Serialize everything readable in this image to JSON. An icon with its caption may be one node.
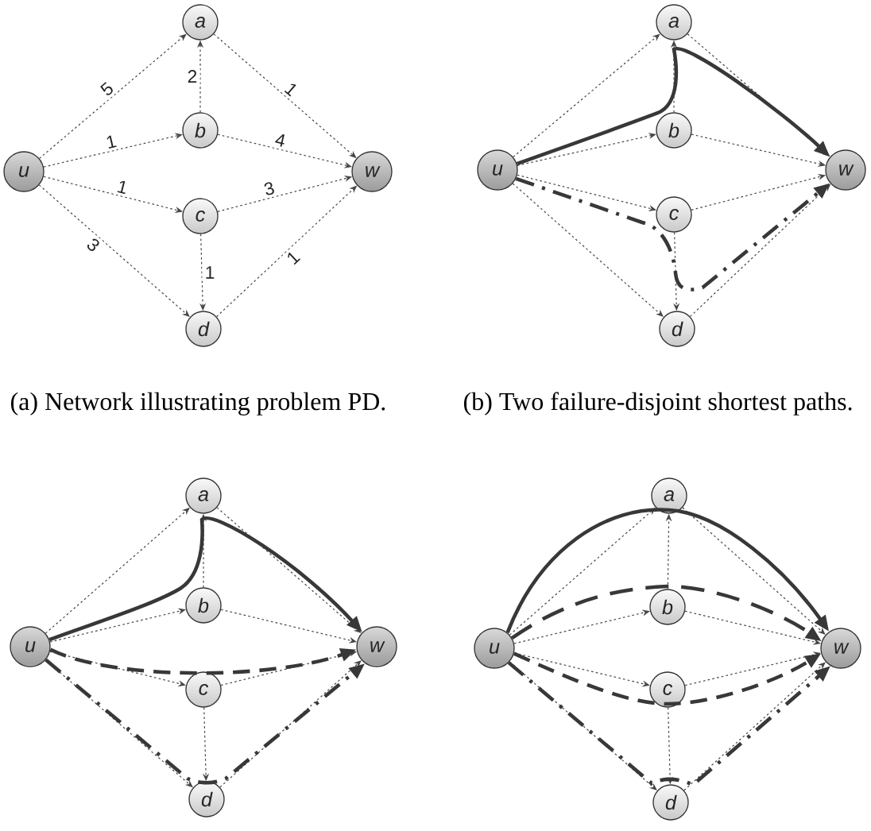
{
  "diagram": {
    "nodes": [
      {
        "text": [
          "a"
        ]
      },
      {
        "text": [
          "b"
        ]
      },
      {
        "text": [
          "u"
        ]
      },
      {
        "text": [
          "w"
        ]
      },
      {
        "text": [
          "c"
        ]
      },
      {
        "text": [
          "d"
        ]
      },
      {
        "text": [
          "a"
        ]
      },
      {
        "text": [
          "b"
        ]
      },
      {
        "text": [
          "u"
        ]
      },
      {
        "text": [
          "w"
        ]
      },
      {
        "text": [
          "c"
        ]
      },
      {
        "text": [
          "d"
        ]
      },
      {
        "text": [
          "a"
        ]
      },
      {
        "text": [
          "b"
        ]
      },
      {
        "text": [
          "u"
        ]
      },
      {
        "text": [
          "w"
        ]
      },
      {
        "text": [
          "c"
        ]
      },
      {
        "text": [
          "d"
        ]
      },
      {
        "text": [
          "a"
        ]
      },
      {
        "text": [
          "b"
        ]
      },
      {
        "text": [
          "u"
        ]
      },
      {
        "text": [
          "w"
        ]
      },
      {
        "text": [
          "c"
        ]
      },
      {
        "text": [
          "d"
        ]
      }
    ],
    "edges": [
      {
        "from": 2,
        "to": 0,
        "arrow": "to",
        "label": "5",
        "style": "dashed"
      },
      {
        "from": 2,
        "to": 1,
        "arrow": "to",
        "label": "1",
        "style": "dashed"
      },
      {
        "from": 2,
        "to": 4,
        "arrow": "to",
        "label": "1",
        "style": "dashed"
      },
      {
        "from": 2,
        "to": 5,
        "arrow": "to",
        "label": "3",
        "style": "dashed"
      },
      {
        "from": 1,
        "to": 0,
        "arrow": "to",
        "label": "2",
        "style": "dashed"
      },
      {
        "from": 4,
        "to": 5,
        "arrow": "to",
        "label": "1",
        "style": "dashed"
      },
      {
        "from": 0,
        "to": 3,
        "arrow": "to",
        "label": "1",
        "style": "dashed"
      },
      {
        "from": 1,
        "to": 3,
        "arrow": "to",
        "label": "4",
        "style": "dashed"
      },
      {
        "from": 4,
        "to": 3,
        "arrow": "to",
        "label": "3",
        "style": "dashed"
      },
      {
        "from": 5,
        "to": 3,
        "arrow": "to",
        "label": "1",
        "style": "dashed"
      },
      {
        "from": 8,
        "to": 6,
        "arrow": "to",
        "style": "dashed"
      },
      {
        "from": 8,
        "to": 7,
        "arrow": "to",
        "style": "dashed"
      },
      {
        "from": 8,
        "to": 10,
        "arrow": "to",
        "style": "dashed"
      },
      {
        "from": 8,
        "to": 11,
        "arrow": "to",
        "style": "dashed"
      },
      {
        "from": 7,
        "to": 6,
        "arrow": "to",
        "style": "dashed"
      },
      {
        "from": 10,
        "to": 11,
        "arrow": "to",
        "style": "dashed"
      },
      {
        "from": 6,
        "to": 9,
        "arrow": "to",
        "style": "dashed"
      },
      {
        "from": 7,
        "to": 9,
        "arrow": "to",
        "style": "dashed"
      },
      {
        "from": 10,
        "to": 9,
        "arrow": "to",
        "style": "dashed"
      },
      {
        "from": 11,
        "to": 9,
        "arrow": "to",
        "style": "dashed"
      },
      {
        "from": 8,
        "to": 9,
        "arrow": "to",
        "style": "thick"
      },
      {
        "from": 8,
        "to": 9,
        "arrow": "to",
        "style": "dashed"
      },
      {
        "from": 14,
        "to": 12,
        "arrow": "to",
        "style": "dashed"
      },
      {
        "from": 14,
        "to": 13,
        "arrow": "to",
        "style": "dashed"
      },
      {
        "from": 14,
        "to": 16,
        "arrow": "to",
        "style": "dashed"
      },
      {
        "from": 14,
        "to": 17,
        "arrow": "to",
        "style": "dashed"
      },
      {
        "from": 13,
        "to": 12,
        "arrow": "to",
        "style": "dashed"
      },
      {
        "from": 16,
        "to": 17,
        "arrow": "to",
        "style": "dashed"
      },
      {
        "from": 12,
        "to": 15,
        "arrow": "to",
        "style": "dashed"
      },
      {
        "from": 13,
        "to": 15,
        "arrow": "to",
        "style": "dashed"
      },
      {
        "from": 16,
        "to": 15,
        "arrow": "to",
        "style": "dashed"
      },
      {
        "from": 17,
        "to": 15,
        "arrow": "to",
        "style": "dashed"
      },
      {
        "from": 14,
        "to": 15,
        "arrow": "to",
        "style": "thick"
      },
      {
        "from": 14,
        "to": 15,
        "arrow": "to",
        "style": "dashed"
      },
      {
        "from": 14,
        "to": 15,
        "arrow": "to",
        "style": "dashed"
      },
      {
        "from": 20,
        "to": 18,
        "arrow": "to",
        "style": "dashed"
      },
      {
        "from": 20,
        "to": 19,
        "arrow": "to",
        "style": "dashed"
      },
      {
        "from": 20,
        "to": 22,
        "arrow": "to",
        "style": "dashed"
      },
      {
        "from": 20,
        "to": 23,
        "arrow": "to",
        "style": "dashed"
      },
      {
        "from": 19,
        "to": 18,
        "arrow": "to",
        "style": "dashed"
      },
      {
        "from": 22,
        "to": 23,
        "arrow": "to",
        "style": "dashed"
      },
      {
        "from": 18,
        "to": 21,
        "arrow": "to",
        "style": "dashed"
      },
      {
        "from": 19,
        "to": 21,
        "arrow": "to",
        "style": "dashed"
      },
      {
        "from": 22,
        "to": 21,
        "arrow": "to",
        "style": "dashed"
      },
      {
        "from": 23,
        "to": 21,
        "arrow": "to",
        "style": "dashed"
      },
      {
        "from": 20,
        "to": 21,
        "arrow": "to",
        "style": "thick"
      },
      {
        "from": 20,
        "to": 21,
        "arrow": "to",
        "style": "dashed"
      },
      {
        "from": 20,
        "to": 21,
        "arrow": "to",
        "style": "dashed"
      },
      {
        "from": 20,
        "to": 21,
        "arrow": "to",
        "style": "dashed"
      }
    ],
    "labels": [
      "(a) Network illustrating problem PD.",
      "(b) Two failure-disjoint shortest paths."
    ]
  }
}
